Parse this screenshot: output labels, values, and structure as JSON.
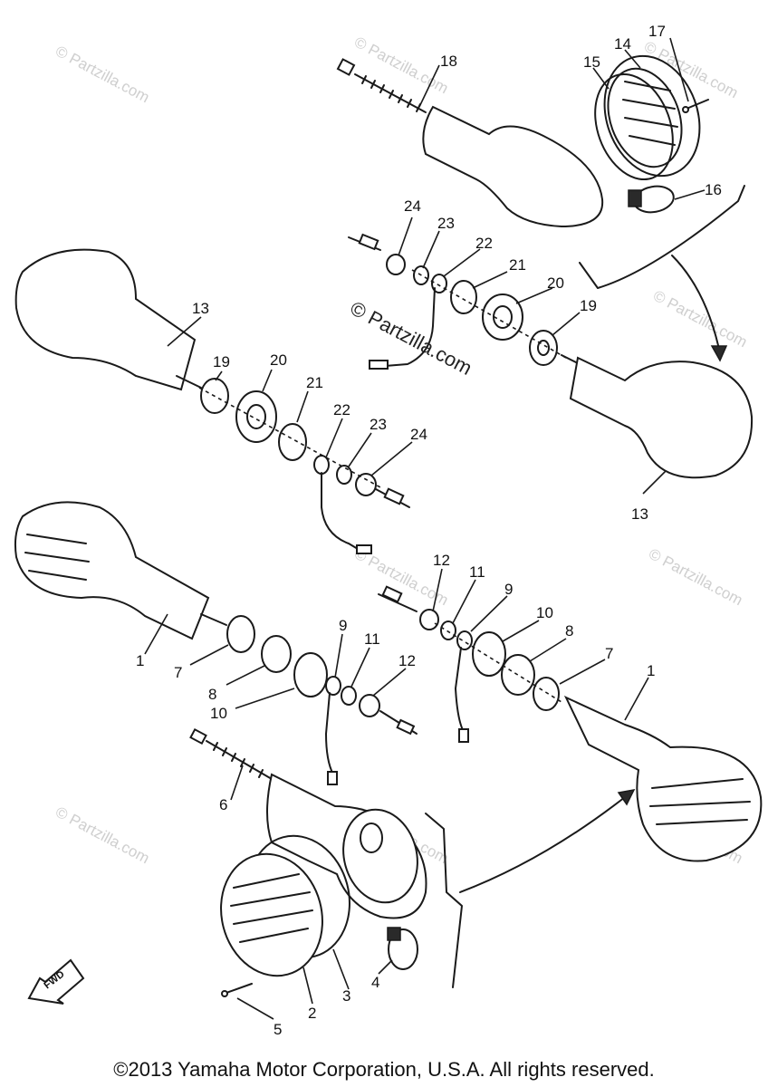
{
  "watermark": {
    "text": "© Partzilla.com",
    "center_text": "© Partzilla.com"
  },
  "copyright": "©2013 Yamaha Motor Corporation, U.S.A. All rights reserved.",
  "fwd_label": "FWD",
  "callouts": {
    "c1a": "1",
    "c1b": "1",
    "c2": "2",
    "c3": "3",
    "c4": "4",
    "c5": "5",
    "c6": "6",
    "c7a": "7",
    "c7b": "7",
    "c8a": "8",
    "c8b": "8",
    "c9a": "9",
    "c9b": "9",
    "c10a": "10",
    "c10b": "10",
    "c11a": "11",
    "c11b": "11",
    "c12a": "12",
    "c12b": "12",
    "c13a": "13",
    "c13b": "13",
    "c14": "14",
    "c15": "15",
    "c16": "16",
    "c17": "17",
    "c18": "18",
    "c19a": "19",
    "c19b": "19",
    "c20a": "20",
    "c20b": "20",
    "c21a": "21",
    "c21b": "21",
    "c22a": "22",
    "c22b": "22",
    "c23a": "23",
    "c23b": "23",
    "c24a": "24",
    "c24b": "24"
  }
}
